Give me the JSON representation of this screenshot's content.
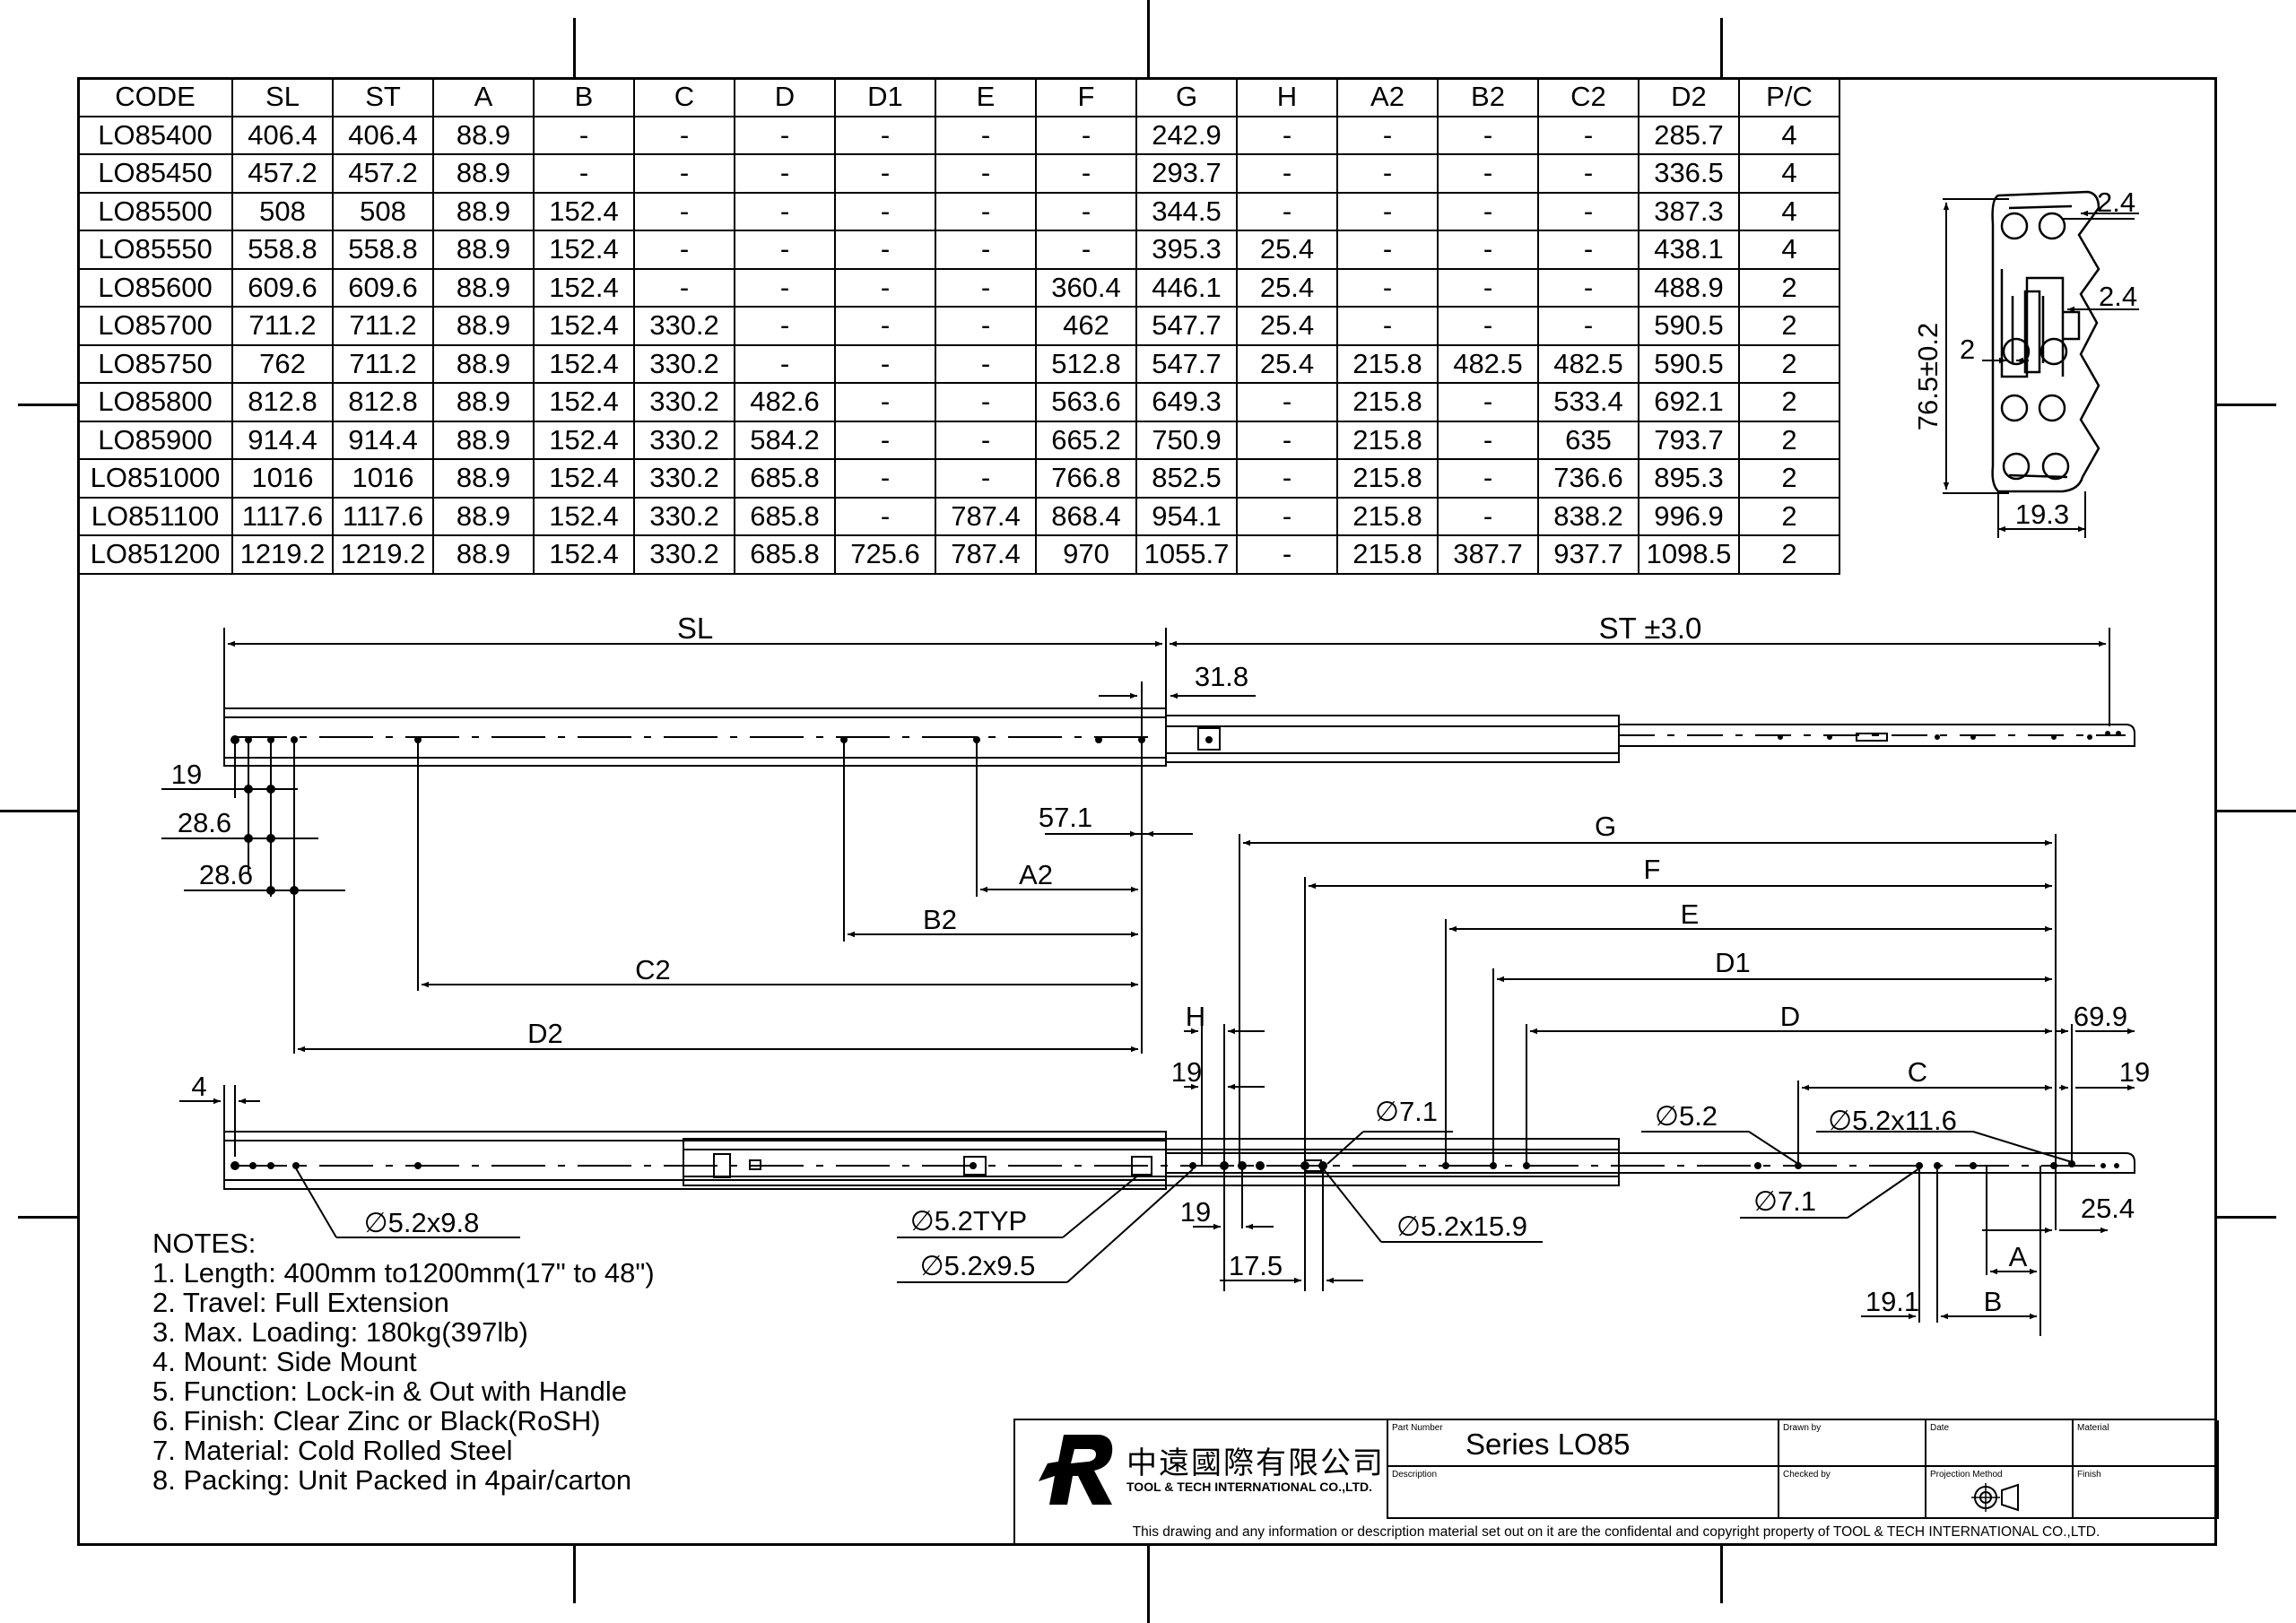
{
  "spec_table": {
    "headers": [
      "CODE",
      "SL",
      "ST",
      "A",
      "B",
      "C",
      "D",
      "D1",
      "E",
      "F",
      "G",
      "H",
      "A2",
      "B2",
      "C2",
      "D2",
      "P/C"
    ],
    "rows": [
      [
        "LO85400",
        "406.4",
        "406.4",
        "88.9",
        "-",
        "-",
        "-",
        "-",
        "-",
        "-",
        "242.9",
        "-",
        "-",
        "-",
        "-",
        "285.7",
        "4"
      ],
      [
        "LO85450",
        "457.2",
        "457.2",
        "88.9",
        "-",
        "-",
        "-",
        "-",
        "-",
        "-",
        "293.7",
        "-",
        "-",
        "-",
        "-",
        "336.5",
        "4"
      ],
      [
        "LO85500",
        "508",
        "508",
        "88.9",
        "152.4",
        "-",
        "-",
        "-",
        "-",
        "-",
        "344.5",
        "-",
        "-",
        "-",
        "-",
        "387.3",
        "4"
      ],
      [
        "LO85550",
        "558.8",
        "558.8",
        "88.9",
        "152.4",
        "-",
        "-",
        "-",
        "-",
        "-",
        "395.3",
        "25.4",
        "-",
        "-",
        "-",
        "438.1",
        "4"
      ],
      [
        "LO85600",
        "609.6",
        "609.6",
        "88.9",
        "152.4",
        "-",
        "-",
        "-",
        "-",
        "360.4",
        "446.1",
        "25.4",
        "-",
        "-",
        "-",
        "488.9",
        "2"
      ],
      [
        "LO85700",
        "711.2",
        "711.2",
        "88.9",
        "152.4",
        "330.2",
        "-",
        "-",
        "-",
        "462",
        "547.7",
        "25.4",
        "-",
        "-",
        "-",
        "590.5",
        "2"
      ],
      [
        "LO85750",
        "762",
        "711.2",
        "88.9",
        "152.4",
        "330.2",
        "-",
        "-",
        "-",
        "512.8",
        "547.7",
        "25.4",
        "215.8",
        "482.5",
        "482.5",
        "590.5",
        "2"
      ],
      [
        "LO85800",
        "812.8",
        "812.8",
        "88.9",
        "152.4",
        "330.2",
        "482.6",
        "-",
        "-",
        "563.6",
        "649.3",
        "-",
        "215.8",
        "-",
        "533.4",
        "692.1",
        "2"
      ],
      [
        "LO85900",
        "914.4",
        "914.4",
        "88.9",
        "152.4",
        "330.2",
        "584.2",
        "-",
        "-",
        "665.2",
        "750.9",
        "-",
        "215.8",
        "-",
        "635",
        "793.7",
        "2"
      ],
      [
        "LO851000",
        "1016",
        "1016",
        "88.9",
        "152.4",
        "330.2",
        "685.8",
        "-",
        "-",
        "766.8",
        "852.5",
        "-",
        "215.8",
        "-",
        "736.6",
        "895.3",
        "2"
      ],
      [
        "LO851100",
        "1117.6",
        "1117.6",
        "88.9",
        "152.4",
        "330.2",
        "685.8",
        "-",
        "787.4",
        "868.4",
        "954.1",
        "-",
        "215.8",
        "-",
        "838.2",
        "996.9",
        "2"
      ],
      [
        "LO851200",
        "1219.2",
        "1219.2",
        "88.9",
        "152.4",
        "330.2",
        "685.8",
        "725.6",
        "787.4",
        "970",
        "1055.7",
        "-",
        "215.8",
        "387.7",
        "937.7",
        "1098.5",
        "2"
      ]
    ]
  },
  "cross_section": {
    "dim_top": "2.4",
    "dim_mid": "2.4",
    "dim_left": "2",
    "dim_height": "76.5±0.2",
    "dim_width": "19.3"
  },
  "top_view": {
    "sl": "SL",
    "st": "ST ±3.0",
    "d31_8": "31.8",
    "d19": "19",
    "d28_6a": "28.6",
    "d28_6b": "28.6",
    "d57_1": "57.1",
    "a2": "A2",
    "b2": "B2",
    "c2": "C2",
    "d2": "D2"
  },
  "bottom_view": {
    "g": "G",
    "f": "F",
    "e": "E",
    "d1": "D1",
    "d": "D",
    "h": "H",
    "d69_9": "69.9",
    "c": "C",
    "d19_right": "19",
    "d19_h": "19",
    "d4": "4",
    "hole_7_1_a": "∅7.1",
    "hole_5_2": "∅5.2",
    "hole_5_2x11_6": "∅5.2x11.6",
    "hole_7_1_b": "∅7.1",
    "d25_4": "25.4",
    "a": "A",
    "b": "B",
    "d19_1": "19.1",
    "hole_5_2x9_8": "∅5.2x9.8",
    "hole_5_2typ": "∅5.2TYP",
    "hole_5_2x9_5": "∅5.2x9.5",
    "d19_bottom": "19",
    "d17_5": "17.5",
    "hole_5_2x15_9": "∅5.2x15.9"
  },
  "notes": {
    "title": "NOTES:",
    "items": [
      "1. Length: 400mm to1200mm(17\" to 48\")",
      "2. Travel: Full Extension",
      "3. Max. Loading: 180kg(397lb)",
      "4. Mount: Side Mount",
      "5. Function: Lock-in & Out with Handle",
      "6. Finish: Clear Zinc or Black(RoSH)",
      "7. Material: Cold Rolled Steel",
      "8. Packing: Unit Packed in 4pair/carton"
    ]
  },
  "title_block": {
    "company_cn": "中遠國際有限公司",
    "company_en": "TOOL & TECH INTERNATIONAL CO.,LTD.",
    "part_number_label": "Part Number",
    "part_number": "Series LO85",
    "description_label": "Description",
    "drawn_by_label": "Drawn by",
    "checked_by_label": "Checked by",
    "date_label": "Date",
    "projection_label": "Projection Method",
    "material_label": "Material",
    "finish_label": "Finish",
    "footer": "This drawing and any information or description material set out on it are the confidental and copyright property of TOOL & TECH INTERNATIONAL CO.,LTD."
  }
}
